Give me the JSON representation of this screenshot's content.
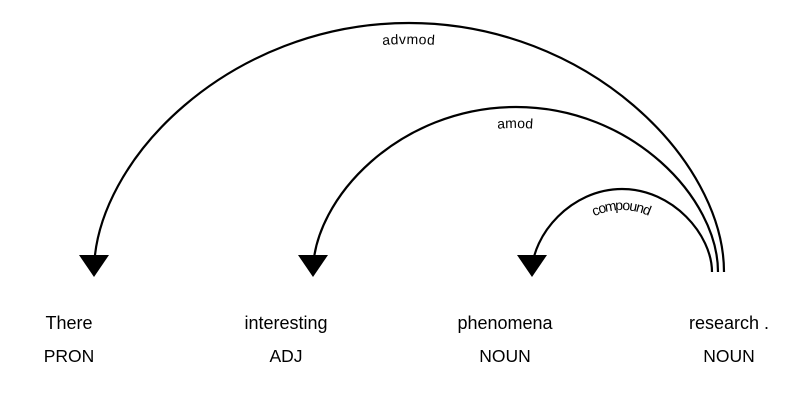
{
  "figure": {
    "kind": "dependency-parse",
    "sentence": "There interesting phenomena research ."
  },
  "colors": {
    "ink": "#000000",
    "background": "#ffffff"
  },
  "tokens": [
    {
      "text": "There",
      "tag": "PRON"
    },
    {
      "text": "interesting",
      "tag": "ADJ"
    },
    {
      "text": "phenomena",
      "tag": "NOUN"
    },
    {
      "text": "research .",
      "tag": "NOUN"
    }
  ],
  "arcs": [
    {
      "label": "advmod",
      "head": "research",
      "dependent": "There",
      "direction": "left"
    },
    {
      "label": "amod",
      "head": "research",
      "dependent": "interesting",
      "direction": "left"
    },
    {
      "label": "compound",
      "head": "research",
      "dependent": "phenomena",
      "direction": "left"
    }
  ]
}
